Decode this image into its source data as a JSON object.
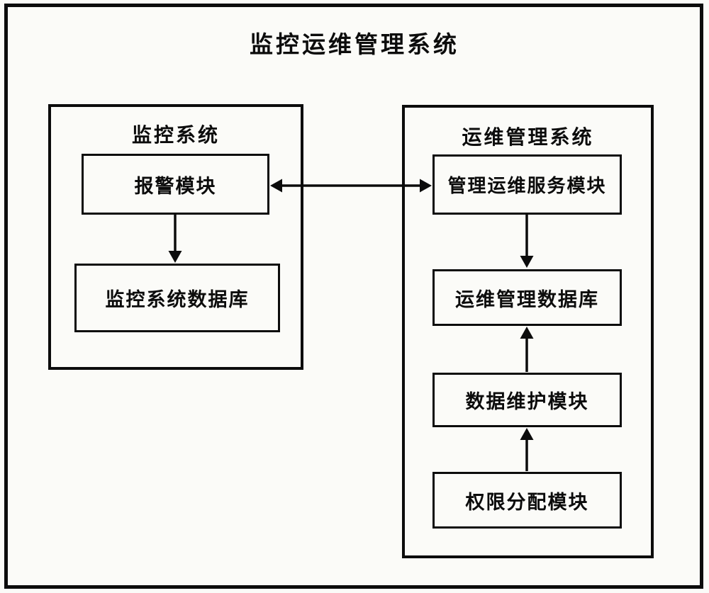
{
  "colors": {
    "ink": "#0c0c0c",
    "paper": "#fbfbf8"
  },
  "diagram": {
    "title": "监控运维管理系统",
    "groups": [
      {
        "id": "monitoring-system",
        "title": "监控系统",
        "modules": [
          {
            "label": "报警模块"
          },
          {
            "label": "监控系统数据库"
          }
        ]
      },
      {
        "id": "ops-management-system",
        "title": "运维管理系统",
        "modules": [
          {
            "label": "管理运维服务模块"
          },
          {
            "label": "运维管理数据库"
          },
          {
            "label": "数据维护模块"
          },
          {
            "label": "权限分配模块"
          }
        ]
      }
    ],
    "connections": [
      {
        "from": "报警模块",
        "to": "管理运维服务模块",
        "type": "bidirectional"
      },
      {
        "from": "报警模块",
        "to": "监控系统数据库",
        "type": "directed"
      },
      {
        "from": "管理运维服务模块",
        "to": "运维管理数据库",
        "type": "directed"
      },
      {
        "from": "数据维护模块",
        "to": "运维管理数据库",
        "type": "directed"
      },
      {
        "from": "权限分配模块",
        "to": "数据维护模块",
        "type": "directed"
      }
    ]
  }
}
